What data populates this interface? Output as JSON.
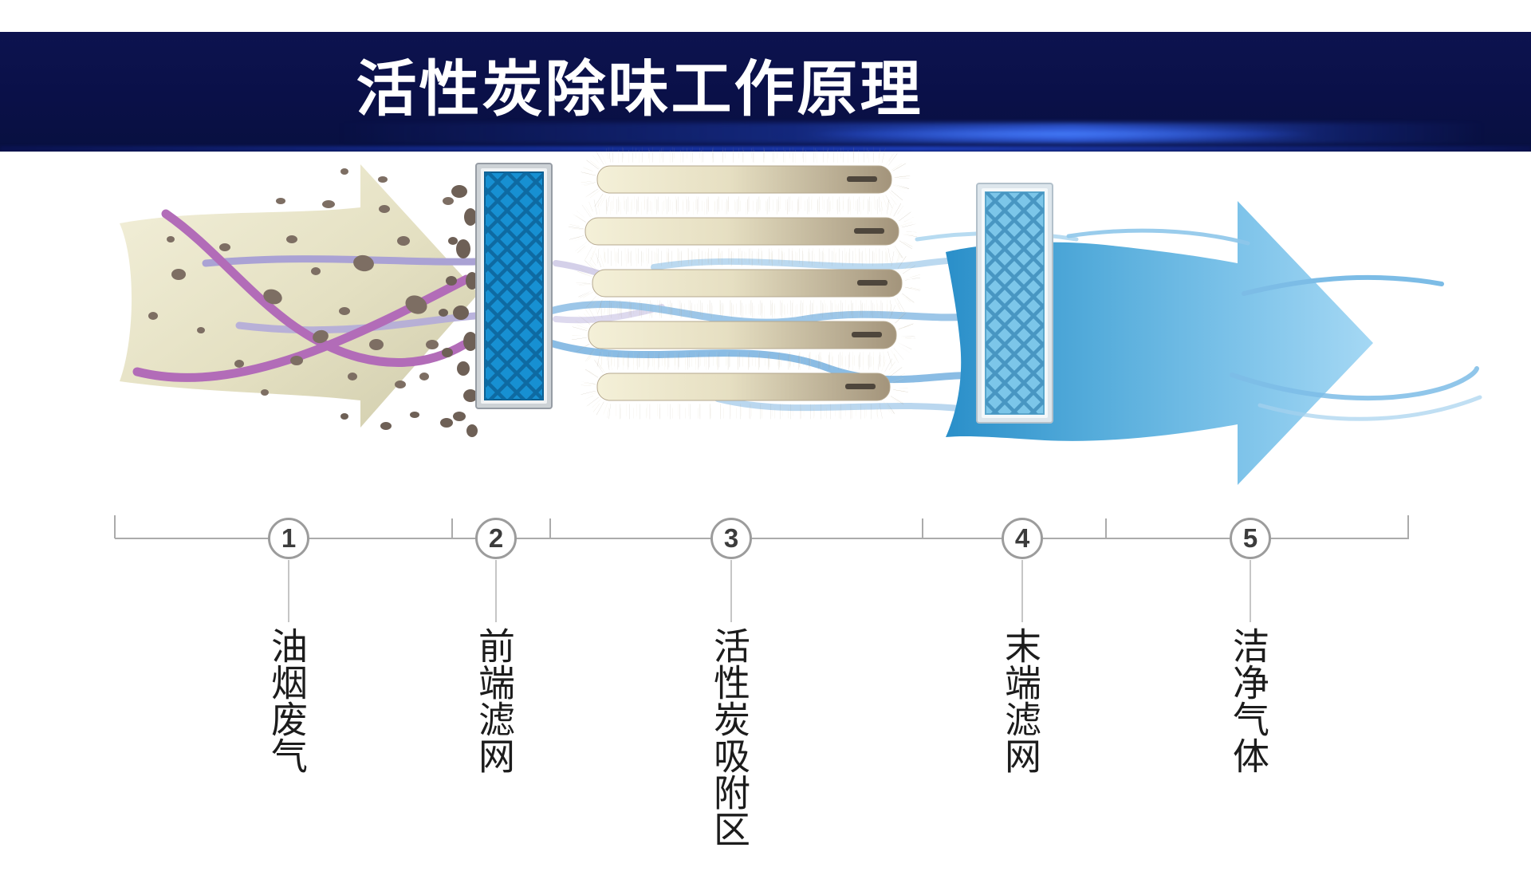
{
  "header": {
    "title": "活性炭除味工作原理"
  },
  "markers": [
    {
      "number": "1",
      "label": "油烟废气"
    },
    {
      "number": "2",
      "label": "前端滤网"
    },
    {
      "number": "3",
      "label": "活性炭吸附区"
    },
    {
      "number": "4",
      "label": "末端滤网"
    },
    {
      "number": "5",
      "label": "洁净气体"
    }
  ],
  "colors": {
    "banner_navy": "#0b114e",
    "banner_glow_blue": "#2f62e8",
    "title_white": "#ffffff",
    "dirty_air_beige": "#e8e4c6",
    "smoke_line_purple": "#b26cb8",
    "smoke_line_lavender": "#aaa2d4",
    "particle_brown": "#7d6e63",
    "front_filter_blue": "#1790d2",
    "front_filter_mesh": "#0e6aa2",
    "end_filter_blue": "#7cc6e9",
    "end_filter_mesh": "#4896c2",
    "filter_frame_gray": "#cdd2d6",
    "carbon_bead_tan": "#d9cdab",
    "carbon_bar_taupe": "#a9997f",
    "airflow_blue": "#8abce4",
    "clean_arrow_blue": "#55acdb",
    "ruler_gray": "#ababab",
    "label_text": "#1c1c1c"
  }
}
